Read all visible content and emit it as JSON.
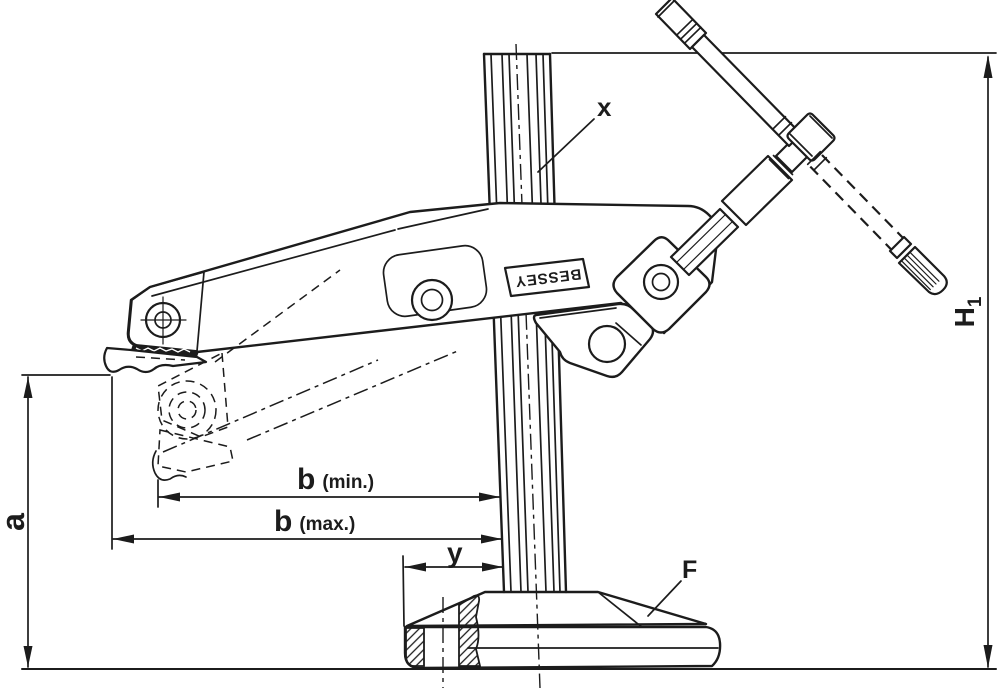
{
  "drawing": {
    "type": "technical-drawing",
    "subject": "BESSEY hold-down clamp side view with dimension callouts",
    "background_color": "#ffffff",
    "line_color": "#1c1c1c",
    "brand": "BESSEY",
    "labels": {
      "x": "x",
      "h1_main": "H",
      "h1_sub": "1",
      "a": "a",
      "b_min_main": "b",
      "b_min_qualifier": "(min.)",
      "b_max_main": "b",
      "b_max_qualifier": "(max.)",
      "y": "y",
      "f": "F"
    }
  }
}
